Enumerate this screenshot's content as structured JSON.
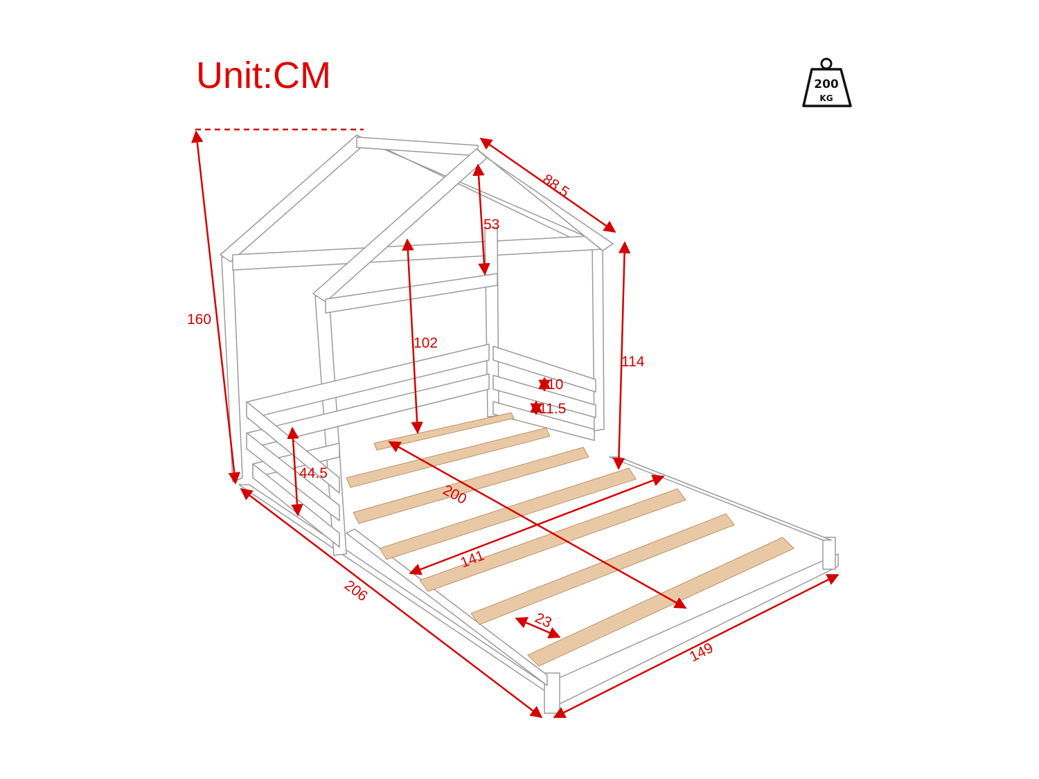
{
  "title": "Unit:CM",
  "weight_icon": {
    "icon": "weight-icon",
    "value": "200",
    "unit": "KG"
  },
  "dimensions": {
    "total_height": "160",
    "roof_height": "53",
    "roof_length": "88.5",
    "inner_height": "102",
    "side_height": "114",
    "rail_gap_top": "10",
    "rail_gap_bottom": "11.5",
    "guardrail_height": "44.5",
    "inner_length": "200",
    "inner_width": "141",
    "overall_length": "206",
    "overall_width": "149",
    "slat_spacing": "23"
  },
  "colors": {
    "dimension": "#d40000",
    "frame": "#ffffff",
    "slat": "#e9c9a5"
  }
}
